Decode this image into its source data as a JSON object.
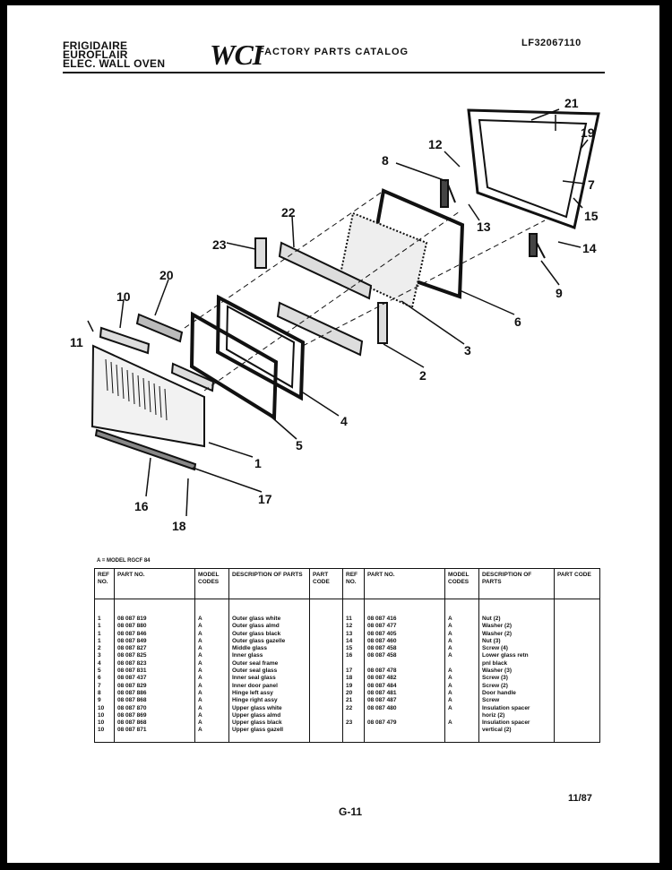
{
  "header": {
    "brand_lines": [
      "FRIGIDAIRE",
      "EUROFLAIR",
      "ELEC. WALL OVEN"
    ],
    "logo": "WCI",
    "catalog_title": "FACTORY PARTS CATALOG",
    "model_code": "LF32067110"
  },
  "diagram": {
    "callouts": [
      "21",
      "19",
      "12",
      "8",
      "7",
      "15",
      "13",
      "14",
      "22",
      "23",
      "20",
      "10",
      "6",
      "9",
      "3",
      "11",
      "2",
      "4",
      "5",
      "1",
      "17",
      "16",
      "18"
    ]
  },
  "model_note": "A = MODEL RGCF 84",
  "table": {
    "headers": [
      "REF NO.",
      "PART NO.",
      "MODEL CODES",
      "DESCRIPTION OF PARTS",
      "PART CODE",
      "REF NO.",
      "PART NO.",
      "MODEL CODES",
      "DESCRIPTION OF PARTS",
      "PART CODE"
    ],
    "rows": [
      [
        "1",
        "08 087 819",
        "A",
        "Outer glass white",
        "",
        "11",
        "08 087 416",
        "A",
        "Nut (2)",
        ""
      ],
      [
        "1",
        "08 087 880",
        "A",
        "Outer glass almd",
        "",
        "12",
        "08 087 477",
        "A",
        "Washer (2)",
        ""
      ],
      [
        "1",
        "08 087 846",
        "A",
        "Outer glass black",
        "",
        "13",
        "08 087 405",
        "A",
        "Washer (2)",
        ""
      ],
      [
        "1",
        "08 087 849",
        "A",
        "Outer glass gazelle",
        "",
        "14",
        "08 087 460",
        "A",
        "Nut (3)",
        ""
      ],
      [
        "2",
        "08 087 827",
        "A",
        "Middle glass",
        "",
        "15",
        "08 087 458",
        "A",
        "Screw (4)",
        ""
      ],
      [
        "3",
        "08 087 825",
        "A",
        "Inner glass",
        "",
        "16",
        "08 087 458",
        "A",
        "Lower glass retn",
        ""
      ],
      [
        "4",
        "08 087 823",
        "A",
        "Outer seal frame",
        "",
        "",
        "",
        "",
        "pnl black",
        ""
      ],
      [
        "5",
        "08 087 831",
        "A",
        "Outer seal glass",
        "",
        "17",
        "08 087 478",
        "A",
        "Washer (3)",
        ""
      ],
      [
        "6",
        "08 087 437",
        "A",
        "Inner seal glass",
        "",
        "18",
        "08 087 482",
        "A",
        "Screw (3)",
        ""
      ],
      [
        "7",
        "08 087 829",
        "A",
        "Inner door panel",
        "",
        "19",
        "08 087 484",
        "A",
        "Screw (2)",
        ""
      ],
      [
        "8",
        "08 087 886",
        "A",
        "Hinge left assy",
        "",
        "20",
        "08 087 481",
        "A",
        "Door handle",
        ""
      ],
      [
        "9",
        "08 087 868",
        "A",
        "Hinge right assy",
        "",
        "21",
        "08 087 487",
        "A",
        "Screw",
        ""
      ],
      [
        "10",
        "08 087 870",
        "A",
        "Upper glass white",
        "",
        "22",
        "08 087 480",
        "A",
        "Insulation spacer",
        ""
      ],
      [
        "10",
        "08 087 869",
        "A",
        "Upper glass almd",
        "",
        "",
        "",
        "",
        "horiz (2)",
        ""
      ],
      [
        "10",
        "08 087 868",
        "A",
        "Upper glass black",
        "",
        "23",
        "08 087 479",
        "A",
        "Insulation spacer",
        ""
      ],
      [
        "10",
        "08 087 871",
        "A",
        "Upper glass gazell",
        "",
        "",
        "",
        "",
        "vertical (2)",
        ""
      ]
    ]
  },
  "footer": {
    "page_number": "G-11",
    "date": "11/87"
  }
}
